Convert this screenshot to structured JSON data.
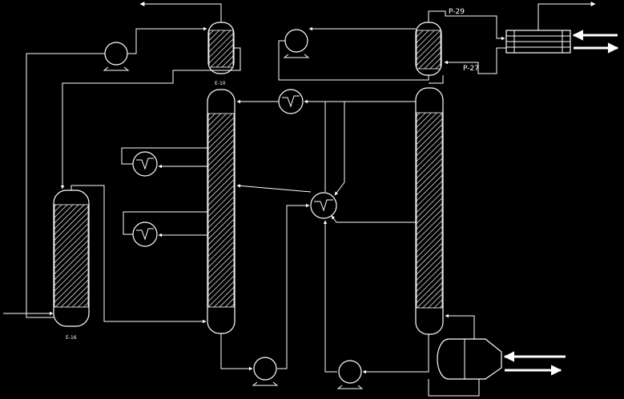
{
  "diagram": {
    "labels": {
      "e10": "E-10",
      "e16": "E-16",
      "p29": "P-29",
      "p27": "P-27"
    },
    "equipment_icons": [
      "distillation-column-icon",
      "packed-column-icon",
      "heat-exchanger-icon",
      "centrifugal-pump-icon",
      "shell-and-tube-exchanger-icon",
      "reboiler-icon"
    ],
    "colors": {
      "background": "#000000",
      "lines": "#ffffff"
    }
  }
}
